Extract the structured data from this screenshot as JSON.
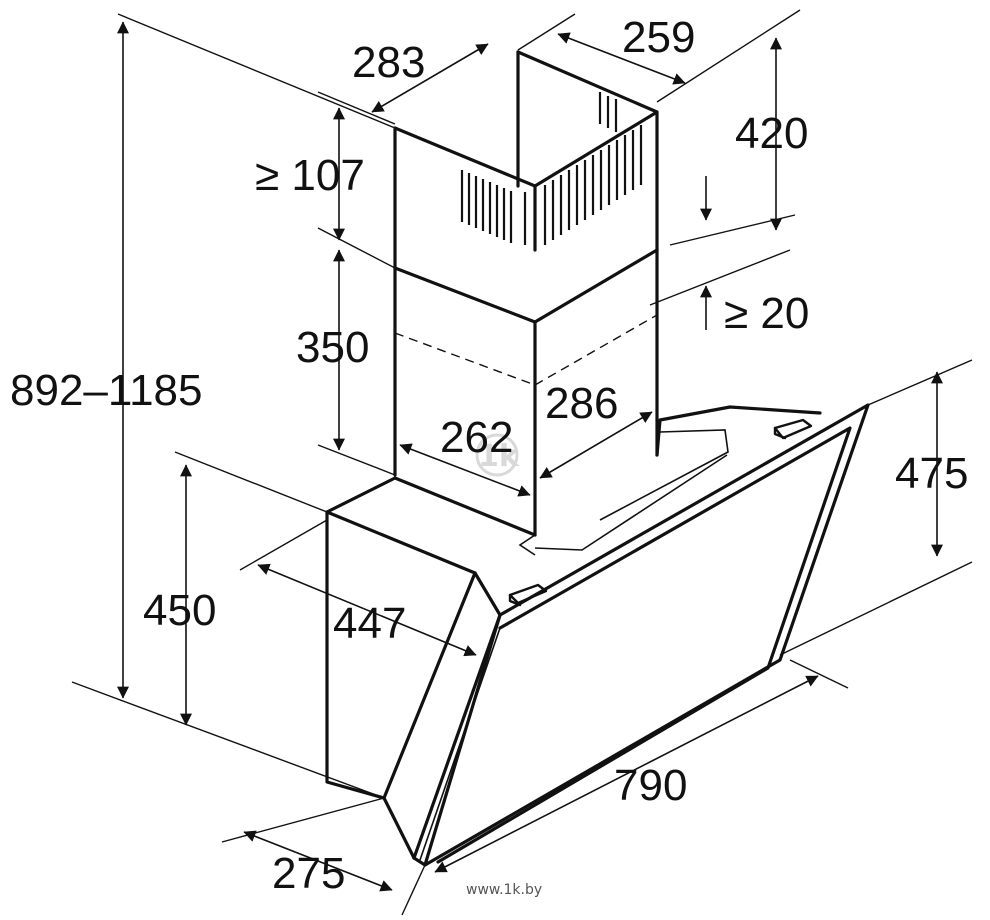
{
  "dimensions": {
    "total_height": "892–1185",
    "chimney_width_top": "283",
    "chimney_depth_top": "259",
    "upper_overlap_min": "≥ 107",
    "upper_chimney_height": "420",
    "gap_min": "≥ 20",
    "lower_chimney_height": "350",
    "lower_chimney_width": "262",
    "lower_chimney_depth": "286",
    "canopy_height": "450",
    "canopy_back_depth": "447",
    "panel_height": "475",
    "hood_width": "790",
    "bottom_depth": "275"
  },
  "watermark": {
    "text": "www.1k.by",
    "logo": "1k"
  },
  "colors": {
    "line": "#111111",
    "background": "#ffffff"
  }
}
